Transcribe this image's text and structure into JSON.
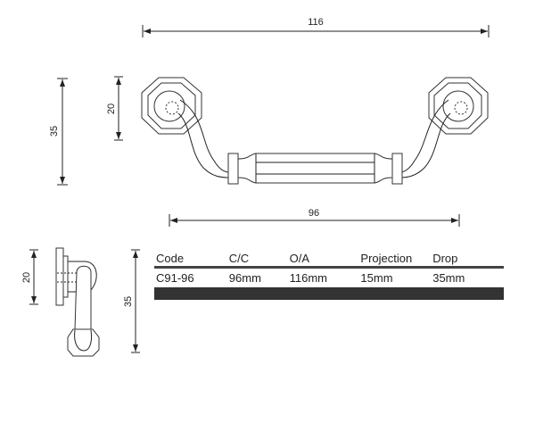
{
  "dimensions": {
    "overall_length": "116",
    "total_height": "35",
    "rosette_height": "20",
    "centre_to_centre": "96",
    "side_rosette_height": "20",
    "side_drop": "35"
  },
  "spec_table": {
    "headers": [
      "Code",
      "C/C",
      "O/A",
      "Projection",
      "Drop"
    ],
    "rows": [
      [
        "C91-96",
        "96mm",
        "116mm",
        "15mm",
        "35mm"
      ]
    ]
  },
  "colors": {
    "line": "#222222",
    "table_bar": "#333333"
  }
}
